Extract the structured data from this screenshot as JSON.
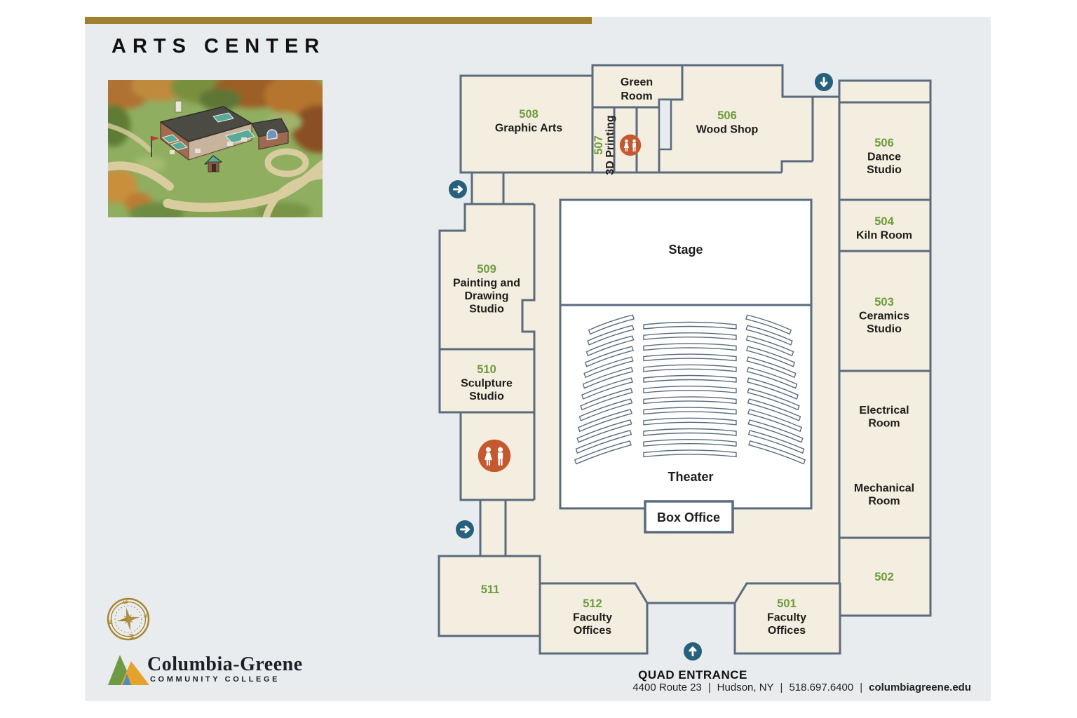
{
  "page": {
    "title": "ARTS CENTER"
  },
  "theme": {
    "card_bg": "#e9ecef",
    "gold_bar": "#a0802f",
    "room_fill": "#f4eee0",
    "wall_stroke": "#5a6b7e",
    "room_number_green": "#6d9c3d",
    "text_ink": "#1d1d1b",
    "restroom_orange": "#c4592f",
    "arrow_teal": "#26607b",
    "compass_gold": "#a8842e"
  },
  "rooms": [
    {
      "id": "graphic-arts",
      "number": "508",
      "name_lines": [
        "Graphic Arts"
      ]
    },
    {
      "id": "green-room",
      "number": "",
      "name_lines": [
        "Green",
        "Room"
      ]
    },
    {
      "id": "3d-printing",
      "number": "507",
      "name_lines": [
        "3D Printing"
      ]
    },
    {
      "id": "wood-shop",
      "number": "506",
      "name_lines": [
        "Wood Shop"
      ]
    },
    {
      "id": "dance-studio",
      "number": "506",
      "name_lines": [
        "Dance",
        "Studio"
      ]
    },
    {
      "id": "kiln-room",
      "number": "504",
      "name_lines": [
        "Kiln Room"
      ]
    },
    {
      "id": "ceramics-studio",
      "number": "503",
      "name_lines": [
        "Ceramics",
        "Studio"
      ]
    },
    {
      "id": "electrical-room",
      "number": "",
      "name_lines": [
        "Electrical",
        "Room"
      ]
    },
    {
      "id": "mechanical-room",
      "number": "",
      "name_lines": [
        "Mechanical",
        "Room"
      ]
    },
    {
      "id": "room-502",
      "number": "502",
      "name_lines": []
    },
    {
      "id": "painting-drawing-studio",
      "number": "509",
      "name_lines": [
        "Painting and",
        "Drawing",
        "Studio"
      ]
    },
    {
      "id": "sculpture-studio",
      "number": "510",
      "name_lines": [
        "Sculpture",
        "Studio"
      ]
    },
    {
      "id": "room-511",
      "number": "511",
      "name_lines": []
    },
    {
      "id": "faculty-offices-512",
      "number": "512",
      "name_lines": [
        "Faculty",
        "Offices"
      ]
    },
    {
      "id": "faculty-offices-501",
      "number": "501",
      "name_lines": [
        "Faculty",
        "Offices"
      ]
    }
  ],
  "areas": {
    "stage": "Stage",
    "theater": "Theater",
    "box_office": "Box Office",
    "quad_entrance": "QUAD ENTRANCE"
  },
  "icons": {
    "stairs_down": "arrow-down-icon",
    "hall_right": "arrow-right-icon",
    "entrance_up": "arrow-up-icon",
    "restroom": "male-female-restroom-icon",
    "compass": "compass-rose-icon"
  },
  "footer": {
    "items": [
      "4400 Route 23",
      "Hudson, NY",
      "518.697.6400",
      "columbiagreene.edu"
    ]
  },
  "logo": {
    "name": "Columbia-Greene",
    "subtitle": "COMMUNITY COLLEGE"
  }
}
